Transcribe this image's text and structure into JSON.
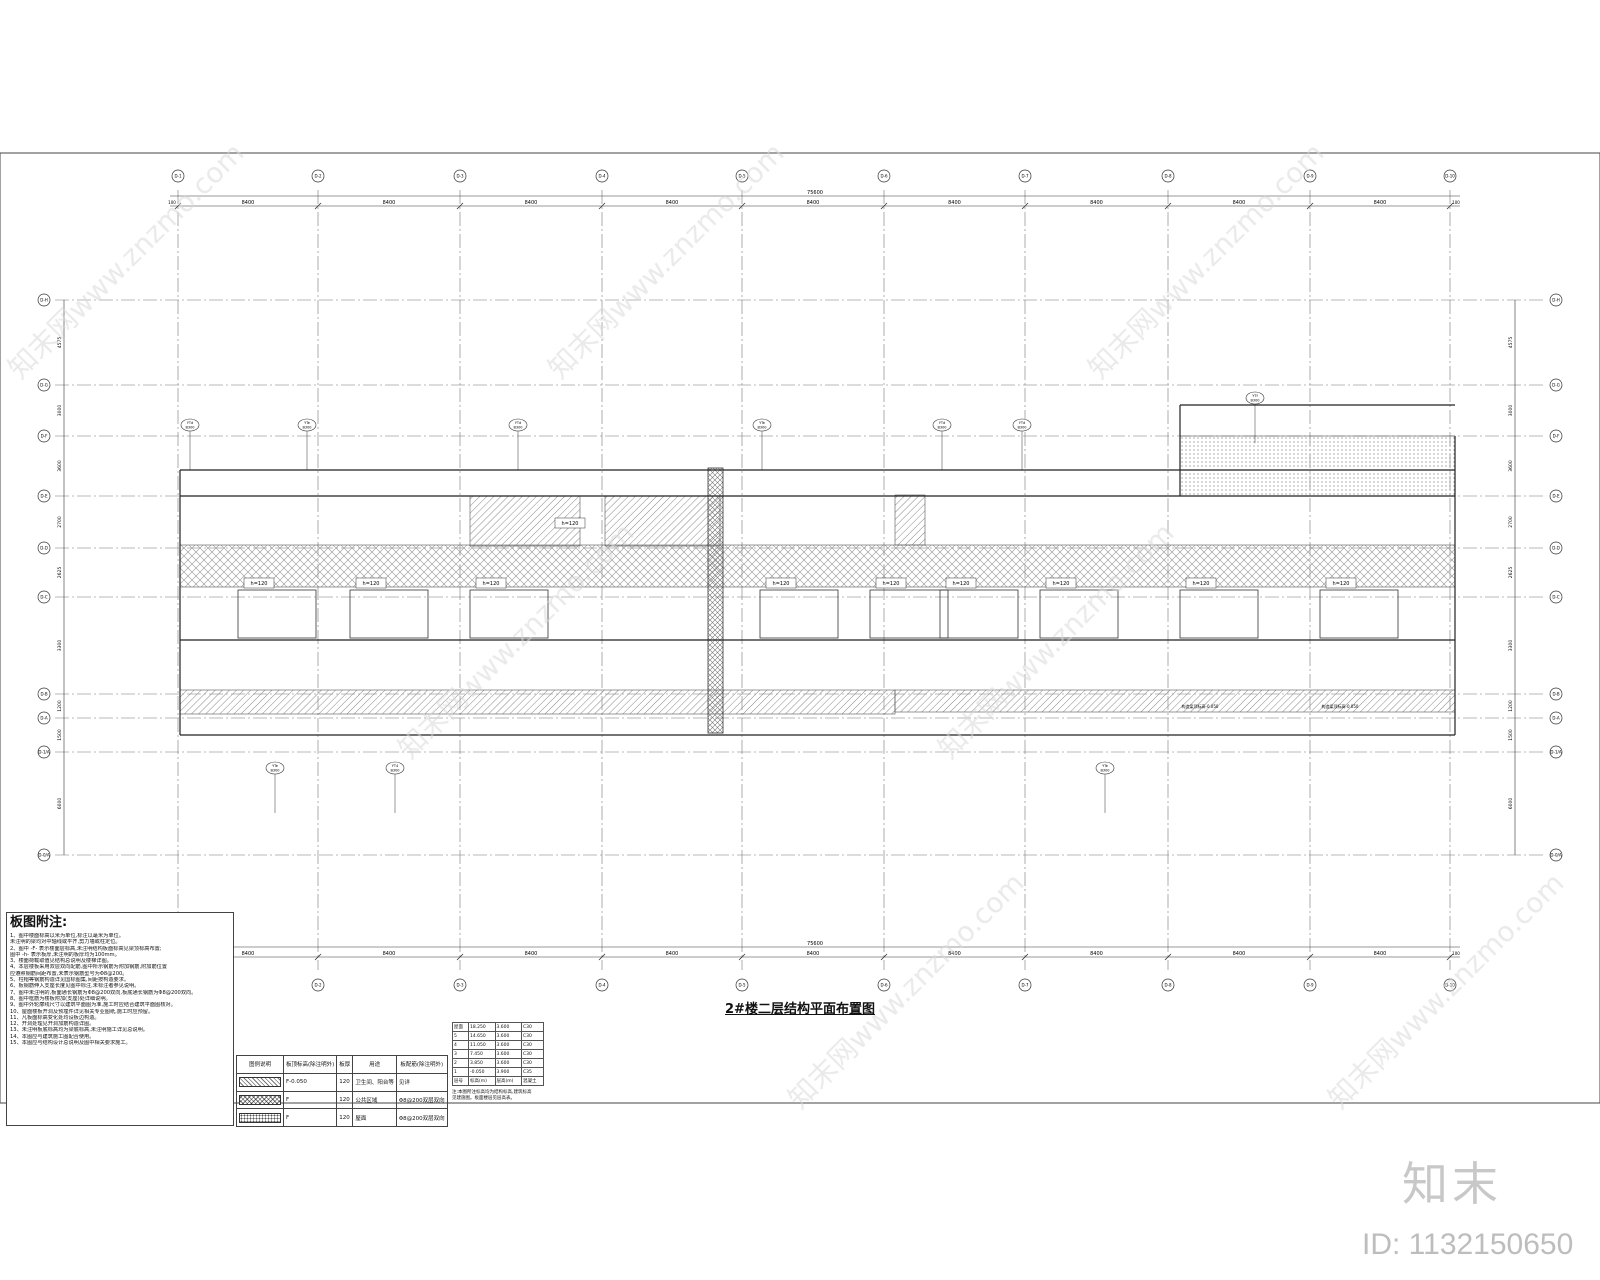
{
  "drawing": {
    "title": "2#楼二层结构平面布置图",
    "overall_dim": "75600",
    "bay_dims": [
      "8400",
      "8400",
      "8400",
      "8400",
      "8400",
      "8400",
      "8400",
      "8400",
      "8400"
    ],
    "edge_dims": [
      "100",
      "100"
    ],
    "axes_x": [
      "D-1",
      "D-2",
      "D-3",
      "D-4",
      "D-5",
      "D-6",
      "D-7",
      "D-8",
      "D-9",
      "D-10"
    ],
    "axes_y": [
      "D-H",
      "D-G",
      "D-F",
      "D-E",
      "D-D",
      "D-C",
      "D-B",
      "D-A",
      "D-1/A",
      "D-0/A"
    ],
    "row_dims_left": [
      "4575",
      "3000",
      "3600",
      "2700",
      "2625",
      "3300",
      "1200",
      "1500",
      "6000"
    ],
    "beam_marks": [
      "YTd\nB300",
      "YTe\nB300",
      "YTd\nB300",
      "YTe\nB300",
      "YTd\nB300",
      "YTd\nB300",
      "YTe\nB300",
      "YT4\nB300",
      "YTe\nB300",
      "YTf\nB300"
    ],
    "slab_marks": [
      "h=120",
      "h=120",
      "h=120",
      "h=120",
      "h=120",
      "h=120",
      "h=120",
      "h=120",
      "h=120",
      "h=120"
    ],
    "level_notes": [
      "构造梁顶标高-0.050",
      "构造梁顶标高-0.050"
    ]
  },
  "notes": {
    "title": "板图附注:",
    "lines": [
      "1、图中楼面标高以米为单位,标注以毫米为单位。",
      "   未注明的梁均对中轴线或平齐,剪力墙或柱定位。",
      "2、图中 -F- 表示楼面层标高,未注明结构板面标高见梁顶标高布置;",
      "   图中 -h- 表示板厚,未注明的板厚均为100mm。",
      "3、楼面荷载取值见结构总说明及楼梯详图。",
      "4、本层楼板采用双层双向配筋,图中所示钢筋为附加钢筋,附加筋位置",
      "   应遵照钢筋间距布置,未表示钢筋型号为Φ8@200。",
      "5、柱帽等钢筋构造详见国标图集,间距按构造要求。",
      "6、板钢筋伸入支座长度见图中标注,未标注者参见说明。",
      "7、图中未注明的,板面通长钢筋为Φ8@200双向,板底通长钢筋为Φ8@200双向。",
      "8、图中框筋为楼板附加(支座)处详细说明。",
      "9、图中外轮廓线尺寸以建筑平面图为准,施工时应结合建筑平面图核对。",
      "10、屋面楼板开洞及预埋件详见相关专业图纸,施工时应预留。",
      "11、凡板面标高变化处均设板边构造。",
      "12、开洞处理见开洞加筋构造详图。",
      "13、未注明板底标高均为梁底标高,未注明施工详见总说明。",
      "14、本图应与建筑施工图配合使用。",
      "15、本图应与结构设计总说明及图中相关要求施工。"
    ]
  },
  "legend": {
    "headers": [
      "图例说明",
      "板顶标高(除注明外)",
      "板厚",
      "用途",
      "板配筋(除注明外)"
    ],
    "rows": [
      {
        "level": "F-0.050",
        "thick": "120",
        "use": "卫生间、阳台等",
        "rebar": "见详"
      },
      {
        "level": "F",
        "thick": "120",
        "use": "公共区域",
        "rebar": "Φ8@200双层双向"
      },
      {
        "level": "F",
        "thick": "120",
        "use": "屋面",
        "rebar": "Φ8@200双层双向"
      }
    ]
  },
  "floors": {
    "rows": [
      [
        "屋面",
        "18.250",
        "3.600",
        "C30"
      ],
      [
        "5",
        "14.650",
        "3.600",
        "C30"
      ],
      [
        "4",
        "11.050",
        "3.600",
        "C30"
      ],
      [
        "3",
        "7.450",
        "3.600",
        "C30"
      ],
      [
        "2",
        "3.850",
        "3.600",
        "C30"
      ],
      [
        "1",
        "-0.050",
        "3.900",
        "C35"
      ],
      [
        "层号",
        "标高(m)",
        "层高(m)",
        "混凝土"
      ]
    ],
    "note": "注:本图所注标高均为结构标高,建筑标高\n见建施图。板面楼层见层高表。"
  },
  "watermark": {
    "site": "知末网www.znzmo.com",
    "brand": "知末",
    "id": "ID: 1132150650"
  }
}
